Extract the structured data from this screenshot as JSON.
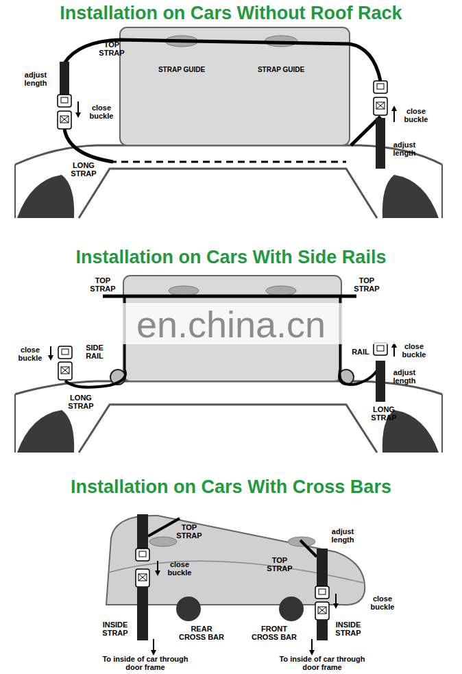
{
  "diagram": {
    "title": "Installation on Cars Without Roof Rack",
    "labels": [
      "TOP STRAP",
      "adjust length",
      "STRAP GUIDE",
      "STRAP GUIDE",
      "close buckle",
      "close buckle",
      "adjust length",
      "LONG STRAP",
      "Installation on Cars With Side Rails",
      "TOP STRAP",
      "TOP STRAP",
      "en.china.cn",
      "close buckle",
      "SIDE RAIL",
      "RAIL",
      "close buckle",
      "adjust length",
      "LONG STRAP",
      "LONG STRAP",
      "Installation on Cars With Cross Bars",
      "TOP STRAP",
      "adjust length",
      "close buckle",
      "TOP STRAP",
      "close buckle",
      "INSIDE STRAP",
      "REAR CROSS BAR",
      "FRONT CROSS BAR",
      "INSIDE STRAP",
      "To inside of car through door frame",
      "To inside of car through door frame"
    ]
  }
}
